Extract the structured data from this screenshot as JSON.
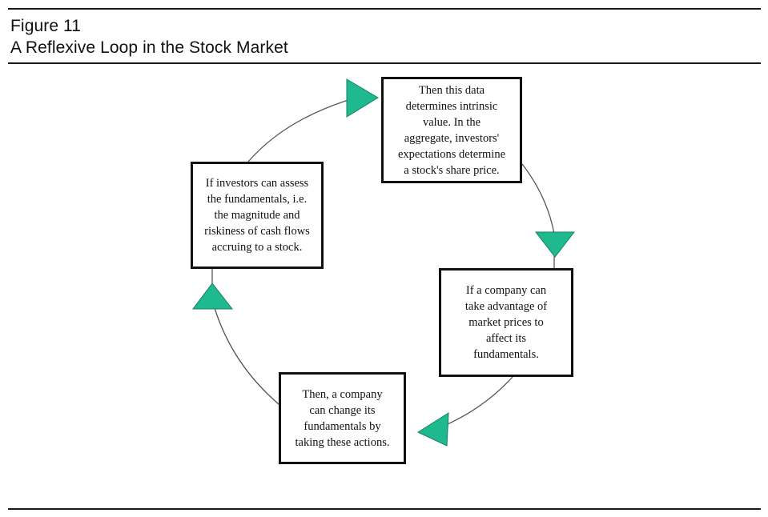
{
  "figure": {
    "label": "Figure 11",
    "title": "A Reflexive Loop in the Stock Market"
  },
  "colors": {
    "arrow_fill": "#1FB98F",
    "arrow_stroke": "#1a7f64",
    "line": "#555555",
    "border": "#111111"
  },
  "nodes": {
    "intrinsic": {
      "lines": [
        "Then this data",
        "determines intrinsic",
        "value.  In the",
        "aggregate, investors'",
        "expectations determine",
        "a stock's share price."
      ]
    },
    "assess": {
      "lines": [
        "If investors can assess",
        "the fundamentals, i.e.",
        "the magnitude and",
        "riskiness of cash flows",
        "accruing to a stock."
      ]
    },
    "market": {
      "lines": [
        "If a company can",
        "take advantage of",
        "market prices to",
        "affect its",
        "fundamentals."
      ]
    },
    "actions": {
      "lines": [
        "Then, a company",
        "can change its",
        "fundamentals by",
        "taking these actions."
      ]
    }
  }
}
